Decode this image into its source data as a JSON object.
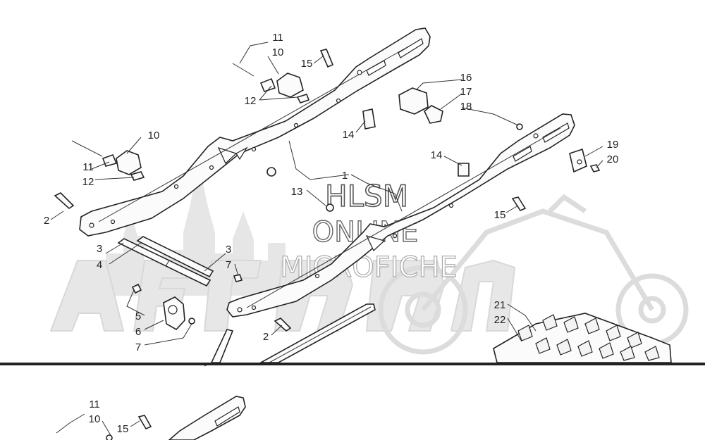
{
  "watermark": {
    "line1": "HLSM",
    "line2": "ONLINE",
    "line3": "MICROFICHE"
  },
  "callouts_top": [
    {
      "id": "c11a",
      "text": "11"
    },
    {
      "id": "c10a",
      "text": "10"
    },
    {
      "id": "c15a",
      "text": "15"
    },
    {
      "id": "c12a",
      "text": "12"
    },
    {
      "id": "c16",
      "text": "16"
    },
    {
      "id": "c17",
      "text": "17"
    },
    {
      "id": "c18",
      "text": "18"
    },
    {
      "id": "c14a",
      "text": "14"
    },
    {
      "id": "c10b",
      "text": "10"
    },
    {
      "id": "c11b",
      "text": "11"
    },
    {
      "id": "c12b",
      "text": "12"
    },
    {
      "id": "c19",
      "text": "19"
    },
    {
      "id": "c20",
      "text": "20"
    },
    {
      "id": "c14b",
      "text": "14"
    },
    {
      "id": "c1",
      "text": "1"
    },
    {
      "id": "c13",
      "text": "13"
    },
    {
      "id": "c2a",
      "text": "2"
    },
    {
      "id": "c15b",
      "text": "15"
    },
    {
      "id": "c3a",
      "text": "3"
    },
    {
      "id": "c4",
      "text": "4"
    },
    {
      "id": "c3b",
      "text": "3"
    },
    {
      "id": "c7a",
      "text": "7"
    },
    {
      "id": "c5",
      "text": "5"
    },
    {
      "id": "c6",
      "text": "6"
    },
    {
      "id": "c7b",
      "text": "7"
    },
    {
      "id": "c2b",
      "text": "2"
    },
    {
      "id": "c21",
      "text": "21"
    },
    {
      "id": "c22",
      "text": "22"
    }
  ],
  "callouts_bottom": [
    {
      "id": "d11",
      "text": "11"
    },
    {
      "id": "d10",
      "text": "10"
    },
    {
      "id": "d15",
      "text": "15"
    }
  ]
}
